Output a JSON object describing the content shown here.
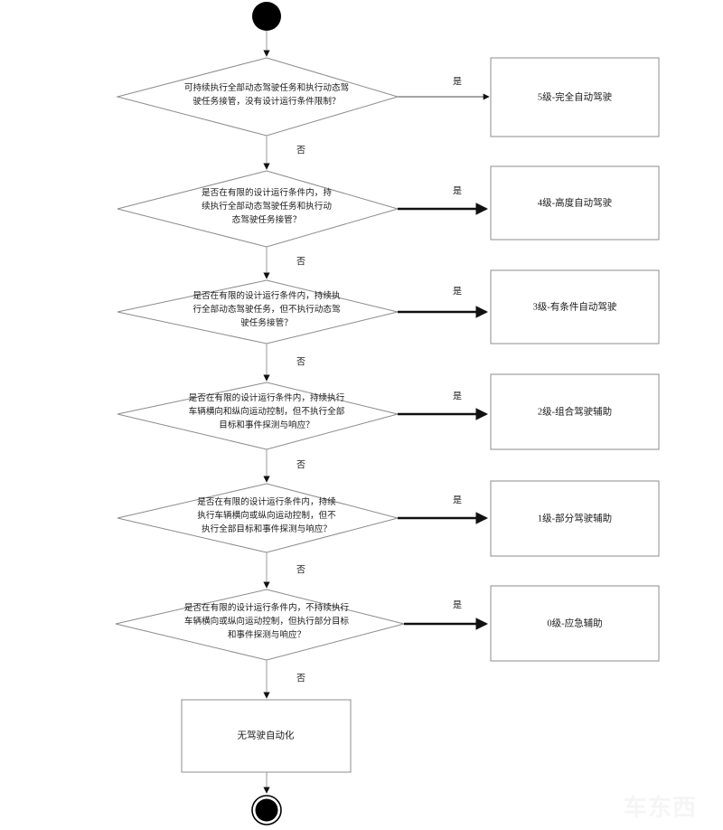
{
  "diagram": {
    "title": "驾驶自动化分级判定流程图",
    "start_node": "start-terminal",
    "end_node": "end-terminal",
    "yes_label": "是",
    "no_label": "否",
    "colors": {
      "shape_stroke": "#8c8c8c",
      "flow_line": "#9a9a9a",
      "yes_arrow": "#111111",
      "text": "#1a1a1a",
      "background": "#ffffff"
    },
    "decisions": [
      {
        "id": "d1",
        "lines": [
          "可持续执行全部动态驾驶任务和执行动态驾",
          "驶任务接管，没有设计运行条件限制？"
        ],
        "yes_label": "是",
        "no_label": "否",
        "yes_target": "5级-完全自动驾驶"
      },
      {
        "id": "d2",
        "lines": [
          "是否在有限的设计运行条件内，持",
          "续执行全部动态驾驶任务和执行动",
          "态驾驶任务接管？"
        ],
        "yes_label": "是",
        "no_label": "否",
        "yes_target": "4级-高度自动驾驶"
      },
      {
        "id": "d3",
        "lines": [
          "是否在有限的设计运行条件内，持续执",
          "行全部动态驾驶任务，但不执行动态驾",
          "驶任务接管？"
        ],
        "yes_label": "是",
        "no_label": "否",
        "yes_target": "3级-有条件自动驾驶"
      },
      {
        "id": "d4",
        "lines": [
          "是否在有限的设计运行条件内，持续执行",
          "车辆横向和纵向运动控制，但不执行全部",
          "目标和事件探测与响应？"
        ],
        "yes_label": "是",
        "no_label": "否",
        "yes_target": "2级-组合驾驶辅助"
      },
      {
        "id": "d5",
        "lines": [
          "是否在有限的设计运行条件内，持续",
          "执行车辆横向或纵向运动控制，但不",
          "执行全部目标和事件探测与响应？"
        ],
        "yes_label": "是",
        "no_label": "否",
        "yes_target": "1级-部分驾驶辅助"
      },
      {
        "id": "d6",
        "lines": [
          "是否在有限的设计运行条件内，不持续执行",
          "车辆横向或纵向运动控制，但执行部分目标",
          "和事件探测与响应？"
        ],
        "yes_label": "是",
        "no_label": "否",
        "yes_target": "0级-应急辅助"
      }
    ],
    "outcomes": [
      {
        "id": "o5",
        "label": "5级-完全自动驾驶"
      },
      {
        "id": "o4",
        "label": "4级-高度自动驾驶"
      },
      {
        "id": "o3",
        "label": "3级-有条件自动驾驶"
      },
      {
        "id": "o2",
        "label": "2级-组合驾驶辅助"
      },
      {
        "id": "o1",
        "label": "1级-部分驾驶辅助"
      },
      {
        "id": "o0",
        "label": "0级-应急辅助"
      }
    ],
    "final_box": {
      "id": "final",
      "label": "无驾驶自动化"
    },
    "watermark": {
      "text": "车东西"
    }
  }
}
